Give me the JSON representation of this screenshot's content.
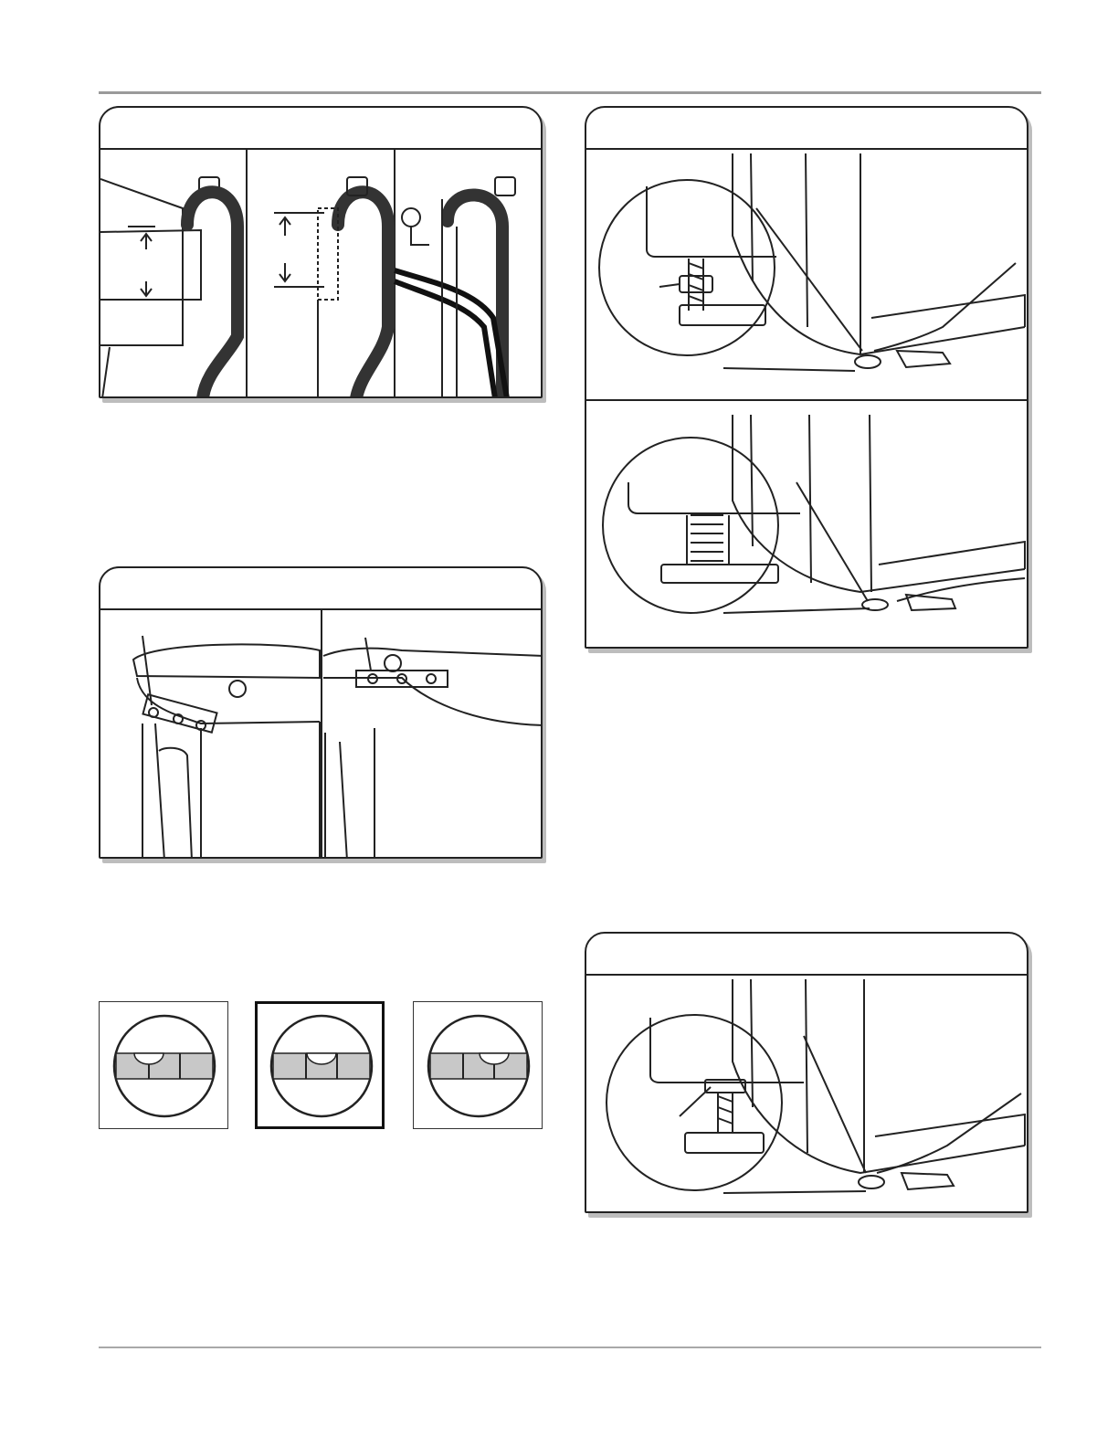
{
  "page": {
    "header_text": "",
    "footer_text": ""
  },
  "figures": [
    {
      "id": "drain-hose-figure",
      "caption": ""
    },
    {
      "id": "level-check-figure",
      "caption": ""
    },
    {
      "id": "bubble-gauges",
      "caption": ""
    },
    {
      "id": "leveling-feet-figure",
      "caption": ""
    },
    {
      "id": "lock-nut-figure",
      "caption": ""
    }
  ],
  "gauges": [
    {
      "state": "not-level-left"
    },
    {
      "state": "level",
      "selected": true
    },
    {
      "state": "not-level-right"
    }
  ],
  "colors": {
    "rule": "#9a9a9a",
    "outline": "#222222",
    "shadow": "#bdbdbd",
    "bubble_band": "#c8c8c8"
  }
}
